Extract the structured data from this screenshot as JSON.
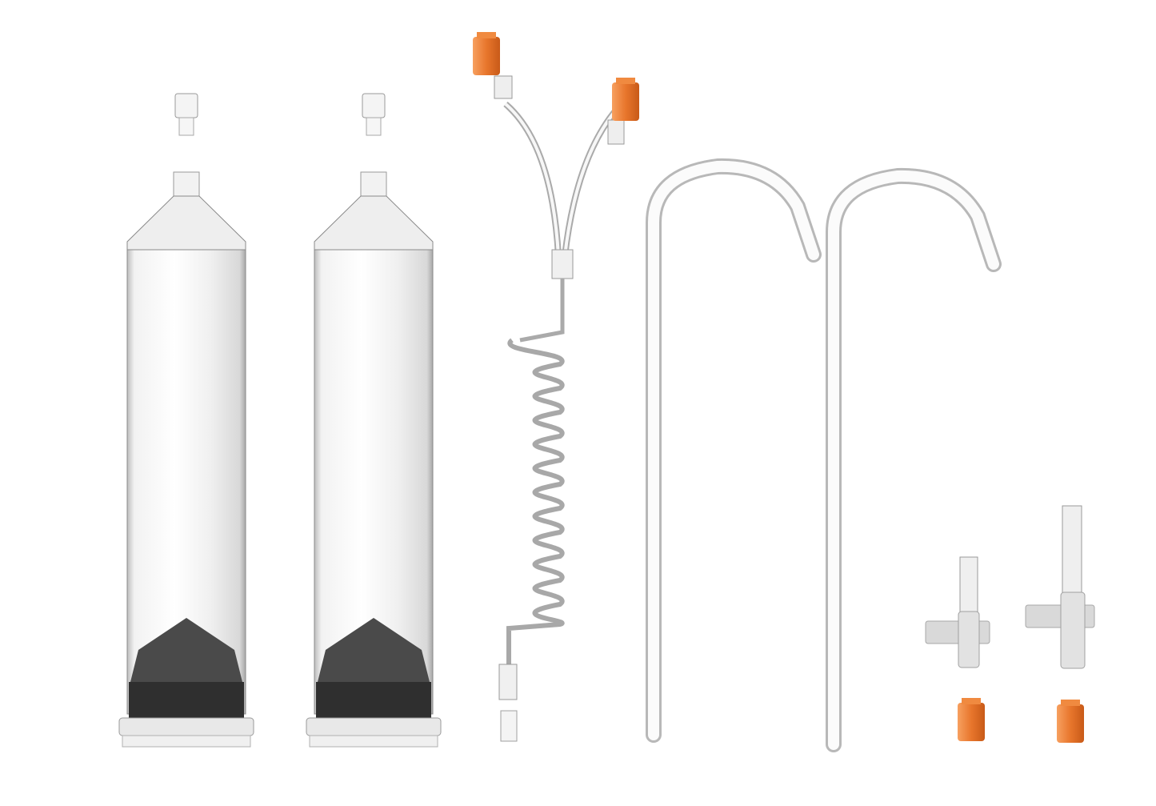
{
  "scene": {
    "background": "#ffffff",
    "items": [
      "syringe",
      "syringe",
      "coiled-y-tubing",
      "j-tube",
      "j-tube",
      "stopcock",
      "stopcock"
    ],
    "colors": {
      "glass_edge": "#9a9a9a",
      "glass_fill": "#f3f3f3",
      "plunger_dark": "#3a3a3a",
      "cap_orange": "#e8762c",
      "tube_edge": "#b5b5b5",
      "stopcock": "#d8d8d8"
    }
  }
}
